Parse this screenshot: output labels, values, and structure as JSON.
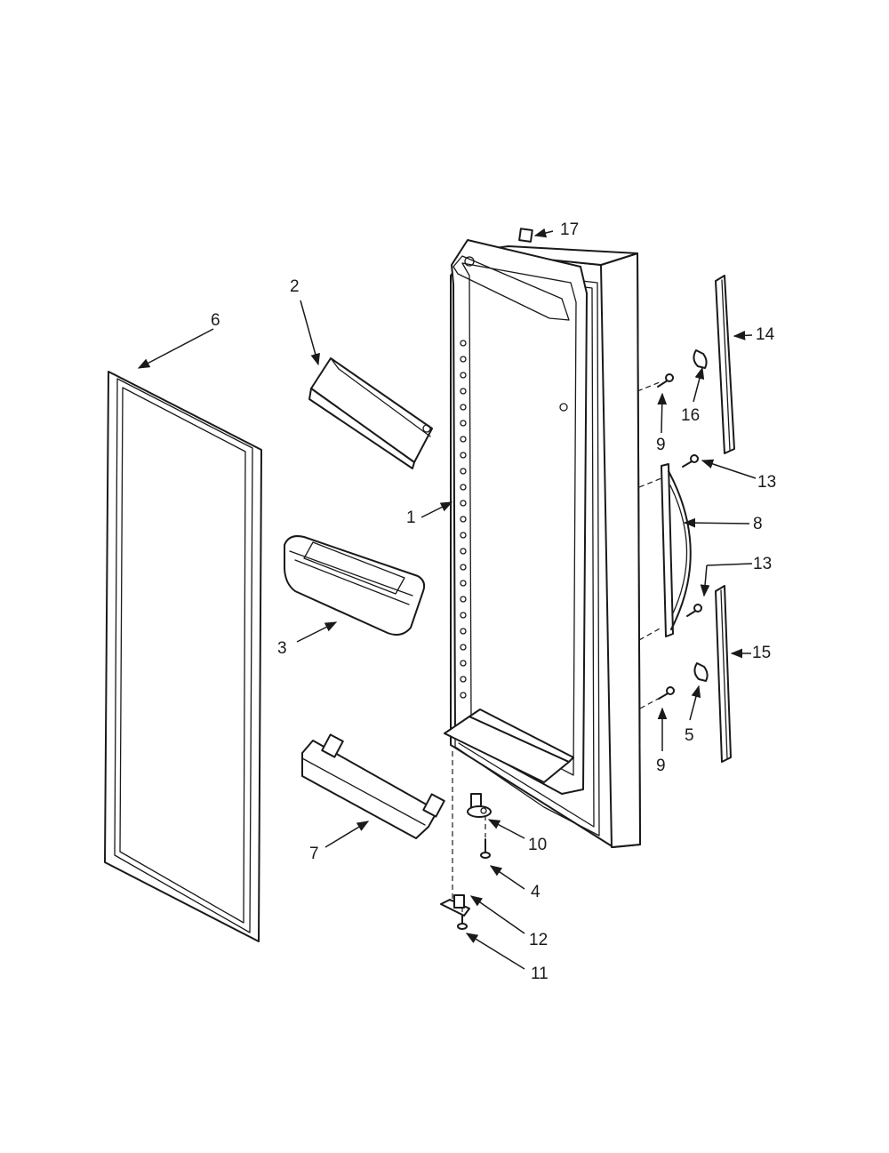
{
  "callouts": {
    "c1": "1",
    "c2": "2",
    "c3": "3",
    "c4": "4",
    "c5": "5",
    "c6": "6",
    "c7": "7",
    "c8": "8",
    "c9a": "9",
    "c9b": "9",
    "c10": "10",
    "c11": "11",
    "c12": "12",
    "c13a": "13",
    "c13b": "13",
    "c14": "14",
    "c15": "15",
    "c16": "16",
    "c17": "17"
  }
}
